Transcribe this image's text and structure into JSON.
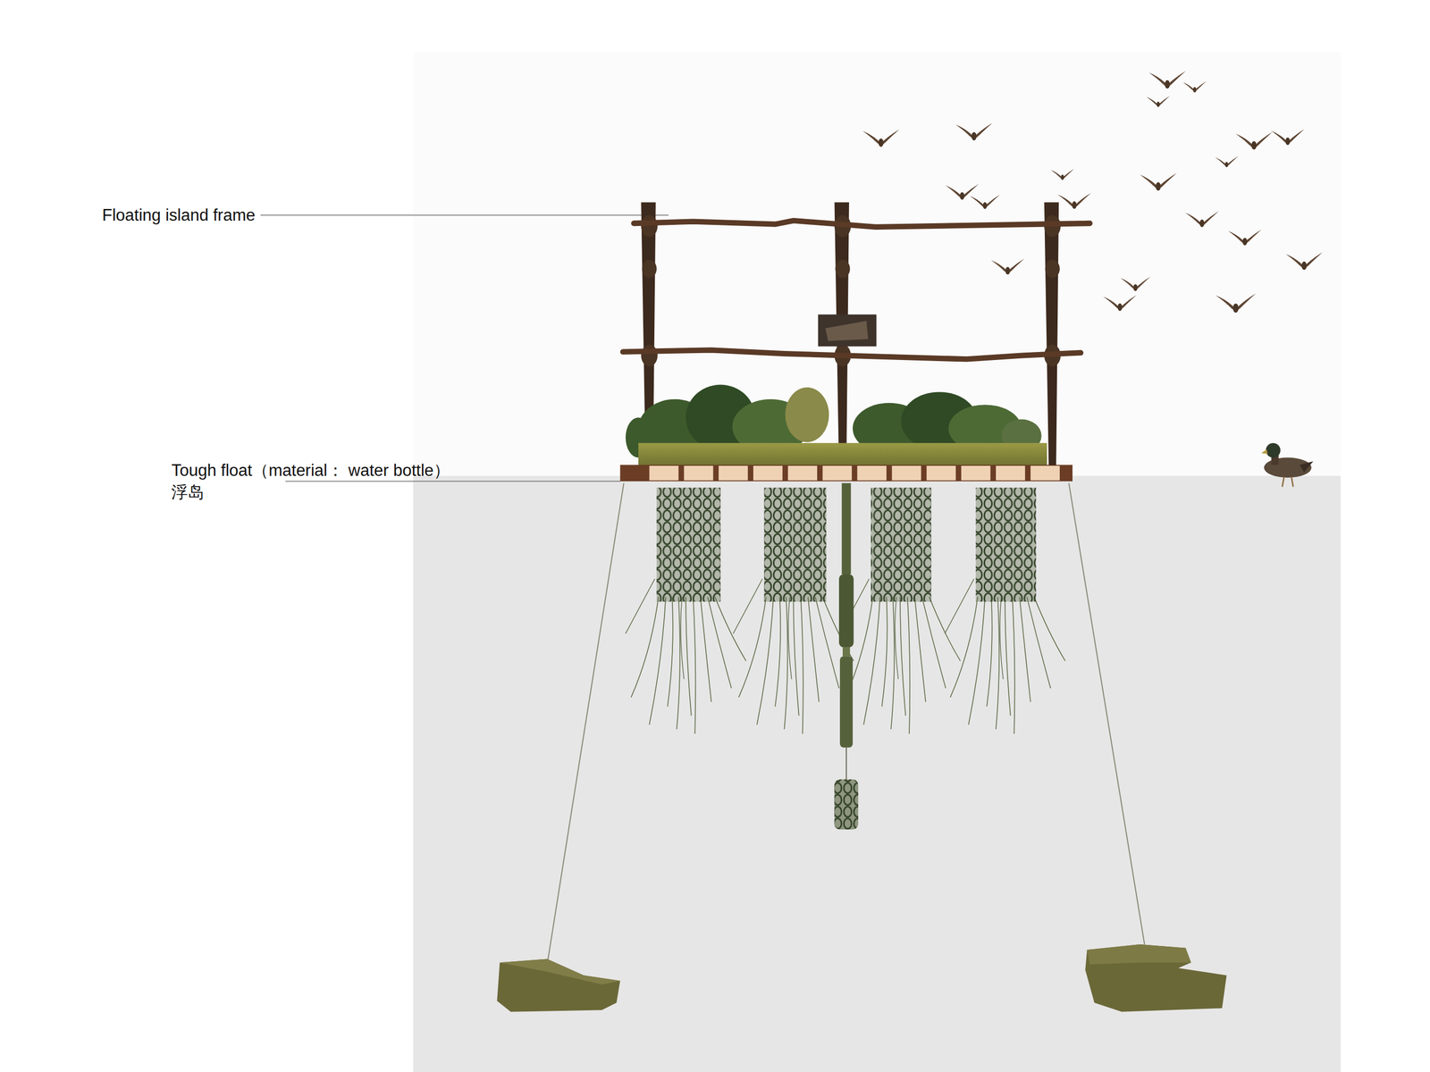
{
  "diagram": {
    "labels": [
      "Floating island frame",
      "Tough float（material： water bottle）",
      "浮岛"
    ]
  }
}
